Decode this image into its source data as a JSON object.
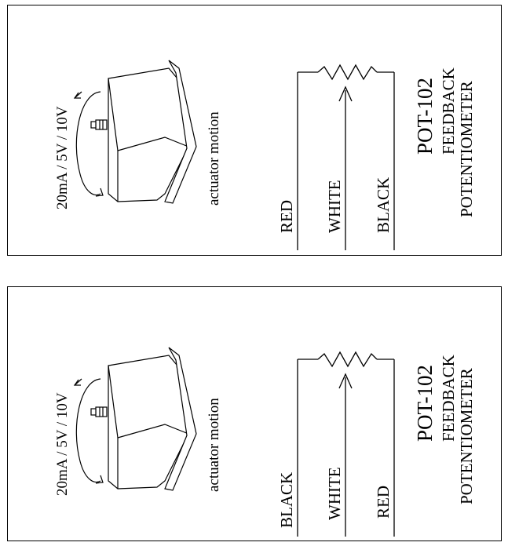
{
  "panels": [
    {
      "motion_label": "20mA / 5V / 10V",
      "actuator_label": "actuator motion",
      "wires": [
        "RED",
        "WHITE",
        "BLACK"
      ],
      "part_number": "POT-102",
      "part_line1": "FEEDBACK",
      "part_line2": "POTENTIOMETER"
    },
    {
      "motion_label": "20mA / 5V / 10V",
      "actuator_label": "actuator motion",
      "wires": [
        "BLACK",
        "WHITE",
        "RED"
      ],
      "part_number": "POT-102",
      "part_line1": "FEEDBACK",
      "part_line2": "POTENTIOMETER"
    }
  ]
}
